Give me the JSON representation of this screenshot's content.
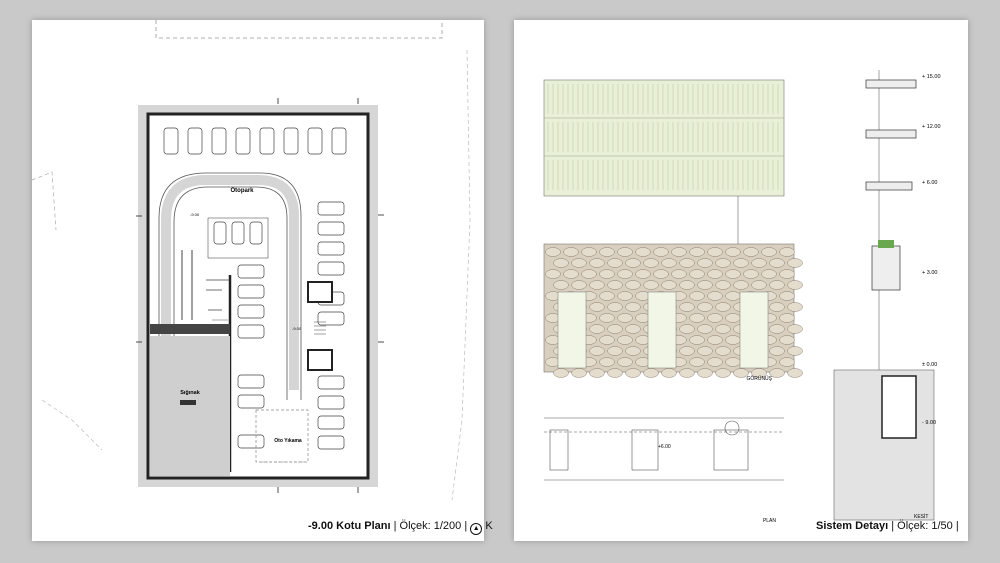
{
  "left_sheet": {
    "labels": {
      "otopark": "Otopark",
      "siginak": "Sığınak",
      "oto_yikama": "Oto Yıkama",
      "level_top": "-9.00",
      "level_mid": "-9.00"
    },
    "caption": {
      "title": "-9.00 Kotu Planı",
      "scale": "| Ölçek: 1/200 |",
      "north_letter": "K"
    }
  },
  "right_sheet": {
    "section_levels": [
      "+ 15.00",
      "+ 12.00",
      "+ 6.00",
      "+ 3.00",
      "± 0.00",
      "- 9.00"
    ],
    "plan_level": "+6.00",
    "view_labels": {
      "gorunus": "GÖRÜNÜŞ",
      "plan": "PLAN",
      "kesit": "KESİT"
    },
    "caption": {
      "title": "Sistem Detayı",
      "scale": "| Ölçek: 1/50 |"
    }
  }
}
